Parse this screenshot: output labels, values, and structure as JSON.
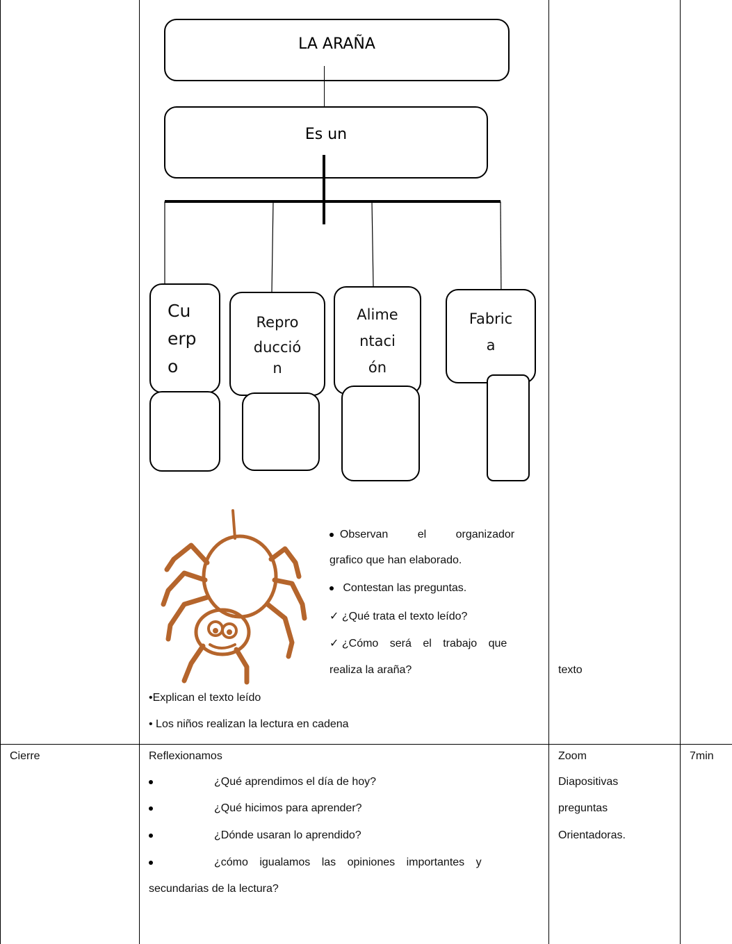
{
  "diagram": {
    "title": "LA ARAÑA",
    "middle": "Es un",
    "branches": [
      {
        "lines": [
          "Cu",
          "erp",
          "o"
        ]
      },
      {
        "lines": [
          "Repro",
          "ducció",
          "n"
        ]
      },
      {
        "lines": [
          "Alime",
          "ntaci",
          "ón"
        ]
      },
      {
        "lines": [
          "Fabric",
          "a"
        ]
      }
    ]
  },
  "activity": {
    "bullets": [
      "Observan el organizador",
      "grafico que han elaborado.",
      "Contestan las preguntas.",
      "¿Qué trata el texto leído?",
      "¿Cómo será el trabajo que",
      "realiza la araña?"
    ],
    "explain": "•Explican el texto leído",
    "chain": "• Los niños realizan la lectura en cadena",
    "resource": "texto"
  },
  "cierre": {
    "stage": "Cierre",
    "heading": "Reflexionamos",
    "questions": [
      "¿Qué aprendimos el día de hoy?",
      "¿Qué hicimos para aprender?",
      "¿Dónde usaran lo aprendido?",
      "¿cómo igualamos las opiniones importantes y",
      "secundarias de la lectura?"
    ],
    "resources": [
      "Zoom",
      "Diapositivas",
      "preguntas",
      "Orientadoras."
    ],
    "time": "7min"
  }
}
